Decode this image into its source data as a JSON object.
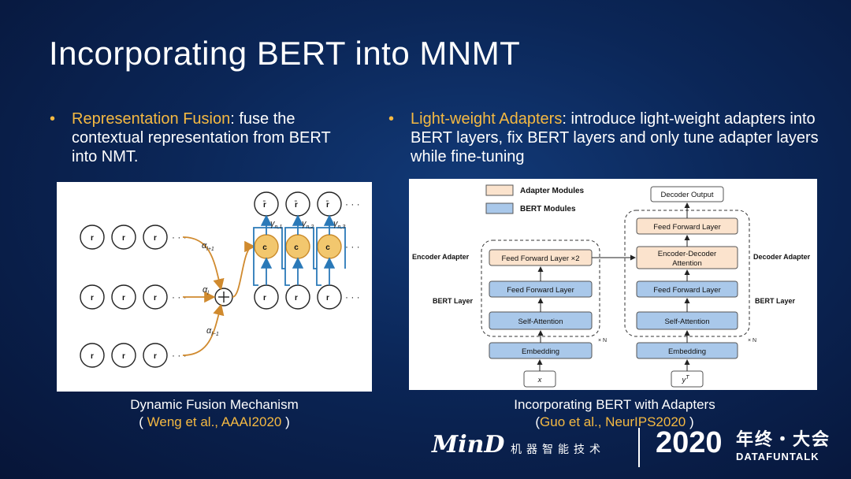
{
  "title": "Incorporating BERT into MNMT",
  "left": {
    "bullet_highlight": "Representation Fusion",
    "bullet_text": ": fuse the contextual representation from BERT into NMT.",
    "caption_line1": "Dynamic Fusion Mechanism",
    "caption_open": "( ",
    "caption_cite": "Weng et al., AAAI2020",
    "caption_close": " )",
    "diagram": {
      "alpha_top": "α",
      "alpha_top_sub": "l+1",
      "alpha_mid": "α",
      "alpha_mid_sub": "l",
      "alpha_bot": "α",
      "alpha_bot_sub": "l−1",
      "gamma": [
        "γ",
        "γ",
        "γ"
      ],
      "gamma_sub": [
        "n,1",
        "n,2",
        "n,3"
      ],
      "ellipsis": "· · ·"
    }
  },
  "right": {
    "bullet_highlight": "Light-weight Adapters",
    "bullet_text": ": introduce light-weight adapters into BERT layers, fix BERT layers and only tune adapter layers while fine-tuning",
    "caption_line1": "Incorporating BERT with Adapters",
    "caption_open": "(",
    "caption_cite": "Guo et al., NeurIPS2020",
    "caption_close": " )",
    "diagram": {
      "legend_adapter": "Adapter Modules",
      "legend_bert": "BERT Modules",
      "encoder_adapter_label": "Encoder Adapter",
      "bert_layer_label_left": "BERT Layer",
      "decoder_adapter_label": "Decoder Adapter",
      "bert_layer_label_right": "BERT Layer",
      "enc_ffn_x2": "Feed Forward Layer ×2",
      "enc_ffn": "Feed Forward Layer",
      "enc_self_attn": "Self-Attention",
      "enc_embedding": "Embedding",
      "enc_input": "x",
      "enc_repeat": "× N",
      "dec_output": "Decoder Output",
      "dec_ffn_top": "Feed Forward Layer",
      "dec_encdec_1": "Encoder-Decoder",
      "dec_encdec_2": "Attention",
      "dec_ffn": "Feed Forward Layer",
      "dec_self_attn": "Self-Attention",
      "dec_embedding": "Embedding",
      "dec_input": "y",
      "dec_input_sup": "T",
      "dec_repeat": "× N"
    }
  },
  "footer": {
    "logo": "MinD",
    "subtitle": "机器智能技术",
    "year": "2020",
    "event": "年终・大会",
    "brand": "DATAFUNTALK"
  },
  "colors": {
    "accent": "#f5b942",
    "adapter_fill": "#fbe3cd",
    "bert_fill": "#a9c8ea",
    "fusion_orange": "#d08a2e",
    "fusion_node": "#f2c76e",
    "fusion_blue": "#2a79b8"
  }
}
